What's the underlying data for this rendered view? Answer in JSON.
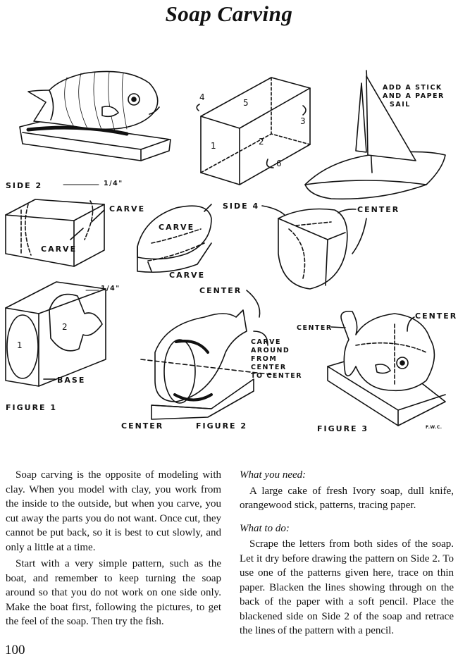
{
  "page": {
    "title": "Soap Carving",
    "page_number": "100"
  },
  "figure_labels": {
    "add_stick": [
      "ADD A STICK",
      "AND A PAPER",
      "SAIL"
    ],
    "faces": [
      "5",
      "4",
      "3",
      "1",
      "2",
      "6"
    ],
    "side2": "SIDE 2",
    "quarter_in": "1/4\"",
    "carve": "CARVE",
    "side4": "SIDE 4",
    "center": "CENTER",
    "quarter_in_2": "1/4\"",
    "region_1": "1",
    "region_2": "2",
    "base": "BASE",
    "carve_around": [
      "CARVE",
      "AROUND",
      "FROM",
      "CENTER",
      "TO CENTER"
    ],
    "figure1": "FIGURE 1",
    "figure2": "FIGURE 2",
    "figure3": "FIGURE 3",
    "signature": "F.W.C."
  },
  "left_column": {
    "p1": "Soap carving is the opposite of modeling with clay. When you model with clay, you work from the inside to the outside, but when you carve, you cut away the parts you do not want. Once cut, they cannot be put back, so it is best to cut slowly, and only a little at a time.",
    "p2": "Start with a very simple pattern, such as the boat, and remember to keep turning the soap around so that you do not work on one side only. Make the boat first, following the pictures, to get the feel of the soap. Then try the fish."
  },
  "right_column": {
    "h1": "What you need:",
    "p1": "A large cake of fresh Ivory soap, dull knife, orangewood stick, patterns, tracing paper.",
    "h2": "What to do:",
    "p2": "Scrape the letters from both sides of the soap. Let it dry before drawing the pattern on Side 2. To use one of the patterns given here, trace on thin paper. Blacken the lines showing through on the back of the paper with a soft pencil. Place the blackened side on Side 2 of the soap and retrace the lines of the pattern with a pencil."
  }
}
